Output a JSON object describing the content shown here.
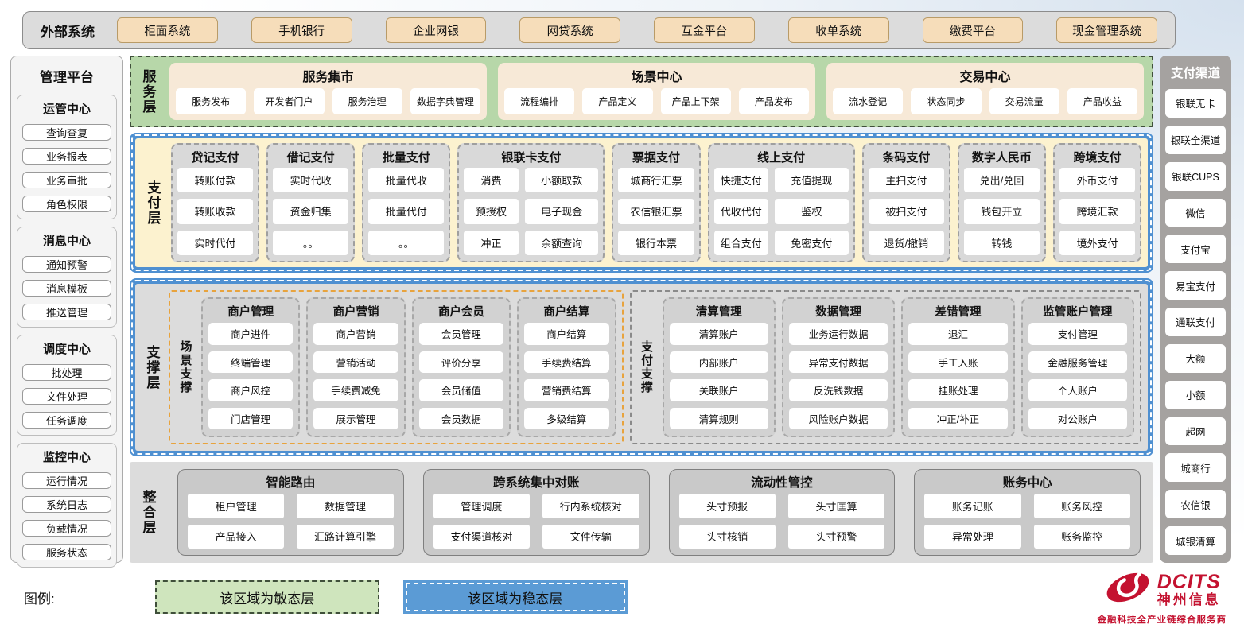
{
  "external_systems": {
    "label": "外部系统",
    "items": [
      "柜面系统",
      "手机银行",
      "企业网银",
      "网贷系统",
      "互金平台",
      "收单系统",
      "缴费平台",
      "现金管理系统"
    ]
  },
  "management_platform": {
    "title": "管理平台",
    "groups": [
      {
        "title": "运管中心",
        "items": [
          "查询查复",
          "业务报表",
          "业务审批",
          "角色权限"
        ]
      },
      {
        "title": "消息中心",
        "items": [
          "通知预警",
          "消息模板",
          "推送管理"
        ]
      },
      {
        "title": "调度中心",
        "items": [
          "批处理",
          "文件处理",
          "任务调度"
        ]
      },
      {
        "title": "监控中心",
        "items": [
          "运行情况",
          "系统日志",
          "负载情况",
          "服务状态"
        ]
      }
    ]
  },
  "service_layer": {
    "label": "服务层",
    "panels": [
      {
        "title": "服务集市",
        "items": [
          "服务发布",
          "开发者门户",
          "服务治理",
          "数据字典管理"
        ]
      },
      {
        "title": "场景中心",
        "items": [
          "流程编排",
          "产品定义",
          "产品上下架",
          "产品发布"
        ]
      },
      {
        "title": "交易中心",
        "items": [
          "流水登记",
          "状态同步",
          "交易流量",
          "产品收益"
        ]
      }
    ]
  },
  "payment_layer": {
    "label": "支付层",
    "columns": [
      {
        "title": "贷记支付",
        "items": [
          "转账付款",
          "转账收款",
          "实时代付"
        ]
      },
      {
        "title": "借记支付",
        "items": [
          "实时代收",
          "资金归集",
          "。。"
        ]
      },
      {
        "title": "批量支付",
        "items": [
          "批量代收",
          "批量代付",
          "。。"
        ]
      },
      {
        "title": "银联卡支付",
        "items": [
          "消费",
          "小额取款",
          "预授权",
          "电子现金",
          "冲正",
          "余额查询"
        ]
      },
      {
        "title": "票据支付",
        "items": [
          "城商行汇票",
          "农信银汇票",
          "银行本票"
        ]
      },
      {
        "title": "线上支付",
        "items": [
          "快捷支付",
          "充值提现",
          "代收代付",
          "鉴权",
          "组合支付",
          "免密支付"
        ]
      },
      {
        "title": "条码支付",
        "items": [
          "主扫支付",
          "被扫支付",
          "退货/撤销"
        ]
      },
      {
        "title": "数字人民币",
        "items": [
          "兑出/兑回",
          "钱包开立",
          "转钱"
        ]
      },
      {
        "title": "跨境支付",
        "items": [
          "外币支付",
          "跨境汇款",
          "境外支付"
        ]
      }
    ]
  },
  "support_layer": {
    "label": "支撑层",
    "scene_section": {
      "label": "场景支撑",
      "groups": [
        {
          "title": "商户管理",
          "items": [
            "商户进件",
            "终端管理",
            "商户风控",
            "门店管理"
          ]
        },
        {
          "title": "商户营销",
          "items": [
            "商户营销",
            "营销活动",
            "手续费减免",
            "展示管理"
          ]
        },
        {
          "title": "商户会员",
          "items": [
            "会员管理",
            "评价分享",
            "会员储值",
            "会员数据"
          ]
        },
        {
          "title": "商户结算",
          "items": [
            "商户结算",
            "手续费结算",
            "营销费结算",
            "多级结算"
          ]
        }
      ]
    },
    "payment_section": {
      "label": "支付支撑",
      "groups": [
        {
          "title": "清算管理",
          "items": [
            "清算账户",
            "内部账户",
            "关联账户",
            "清算规则"
          ]
        },
        {
          "title": "数据管理",
          "items": [
            "业务运行数据",
            "异常支付数据",
            "反洗钱数据",
            "风险账户数据"
          ]
        },
        {
          "title": "差错管理",
          "items": [
            "退汇",
            "手工入账",
            "挂账处理",
            "冲正/补正"
          ]
        },
        {
          "title": "监管账户管理",
          "items": [
            "支付管理",
            "金融服务管理",
            "个人账户",
            "对公账户"
          ]
        }
      ]
    }
  },
  "integration_layer": {
    "label": "整合层",
    "groups": [
      {
        "title": "智能路由",
        "items": [
          "租户管理",
          "数据管理",
          "产品接入",
          "汇路计算引擎"
        ]
      },
      {
        "title": "跨系统集中对账",
        "items": [
          "管理调度",
          "行内系统核对",
          "支付渠道核对",
          "文件传输"
        ]
      },
      {
        "title": "流动性管控",
        "items": [
          "头寸预报",
          "头寸匡算",
          "头寸核销",
          "头寸预警"
        ]
      },
      {
        "title": "账务中心",
        "items": [
          "账务记账",
          "账务风控",
          "异常处理",
          "账务监控"
        ]
      }
    ]
  },
  "payment_channels": {
    "title": "支付渠道",
    "items": [
      "银联无卡",
      "银联全渠道",
      "银联CUPS",
      "微信",
      "支付宝",
      "易宝支付",
      "通联支付",
      "大额",
      "小额",
      "超网",
      "城商行",
      "农信银",
      "城银清算"
    ]
  },
  "legend": {
    "label": "图例:",
    "agile_label": "该区域为敏态层",
    "stable_label": "该区域为稳态层"
  },
  "branding": {
    "name": "DCITS",
    "cn_name": "神州信息",
    "tagline": "金融科技全产业链综合服务商"
  },
  "colors": {
    "stable_blue": "#5b9bd5",
    "agile_green": "#b7d7a9",
    "external_tan": "#f6ddba",
    "brand_red": "#c41230"
  }
}
